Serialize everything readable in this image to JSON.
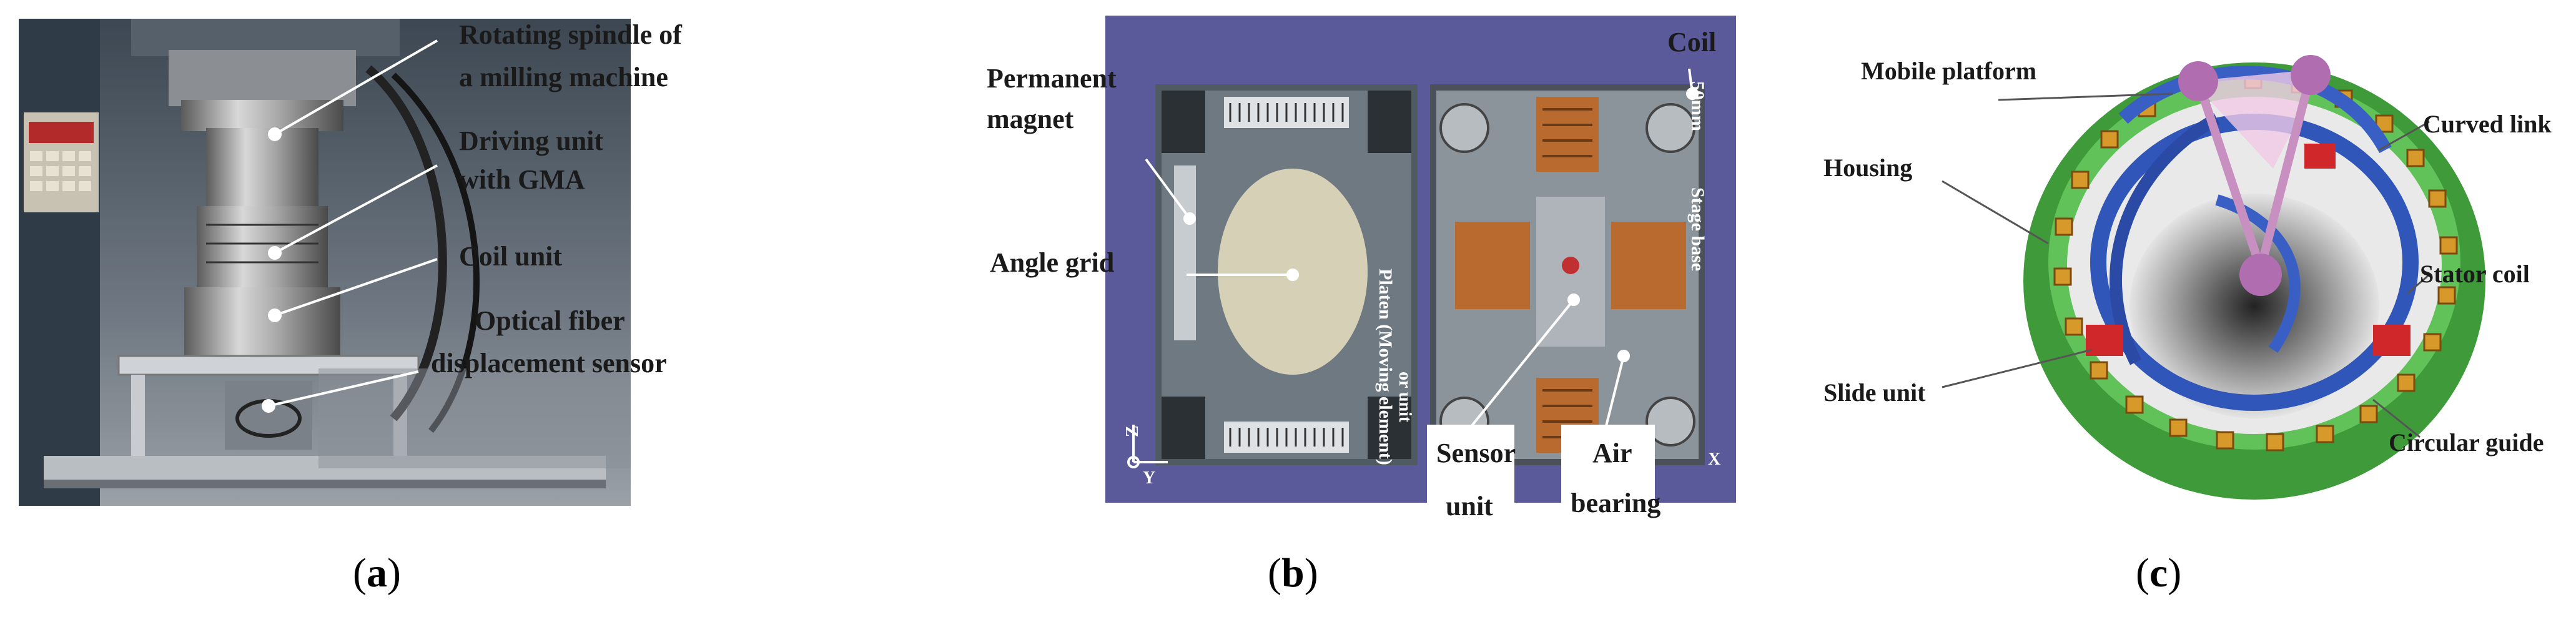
{
  "figure": {
    "panel_a": {
      "caption_letter": "a",
      "labels": {
        "spindle_line1": "Rotating spindle of",
        "spindle_line2": "a milling machine",
        "driving_line1": "Driving unit",
        "driving_line2": "with GMA",
        "coil": "Coil unit",
        "sensor_line1": "Optical fiber",
        "sensor_line2": "displacement sensor"
      }
    },
    "panel_b": {
      "caption_letter": "b",
      "labels": {
        "magnet_line1": "Permanent",
        "magnet_line2": "magnet",
        "coil": "Coil",
        "angle_grid": "Angle grid",
        "sensor_line1": "Sensor",
        "sensor_line2": "unit",
        "air_line1": "Air",
        "air_line2": "bearing",
        "platen": "Platen (Moving element)",
        "stage_base": "Stage base",
        "sensor_unit_vertical": "or unit",
        "scale": "50mm",
        "axis_z": "Z",
        "axis_y": "Y",
        "axis_x": "X"
      }
    },
    "panel_c": {
      "caption_letter": "c",
      "labels": {
        "mobile_platform": "Mobile platform",
        "curved_link": "Curved link",
        "housing": "Housing",
        "stator_coil": "Stator coil",
        "slide_unit": "Slide unit",
        "circular_guide": "Circular guide"
      }
    }
  }
}
